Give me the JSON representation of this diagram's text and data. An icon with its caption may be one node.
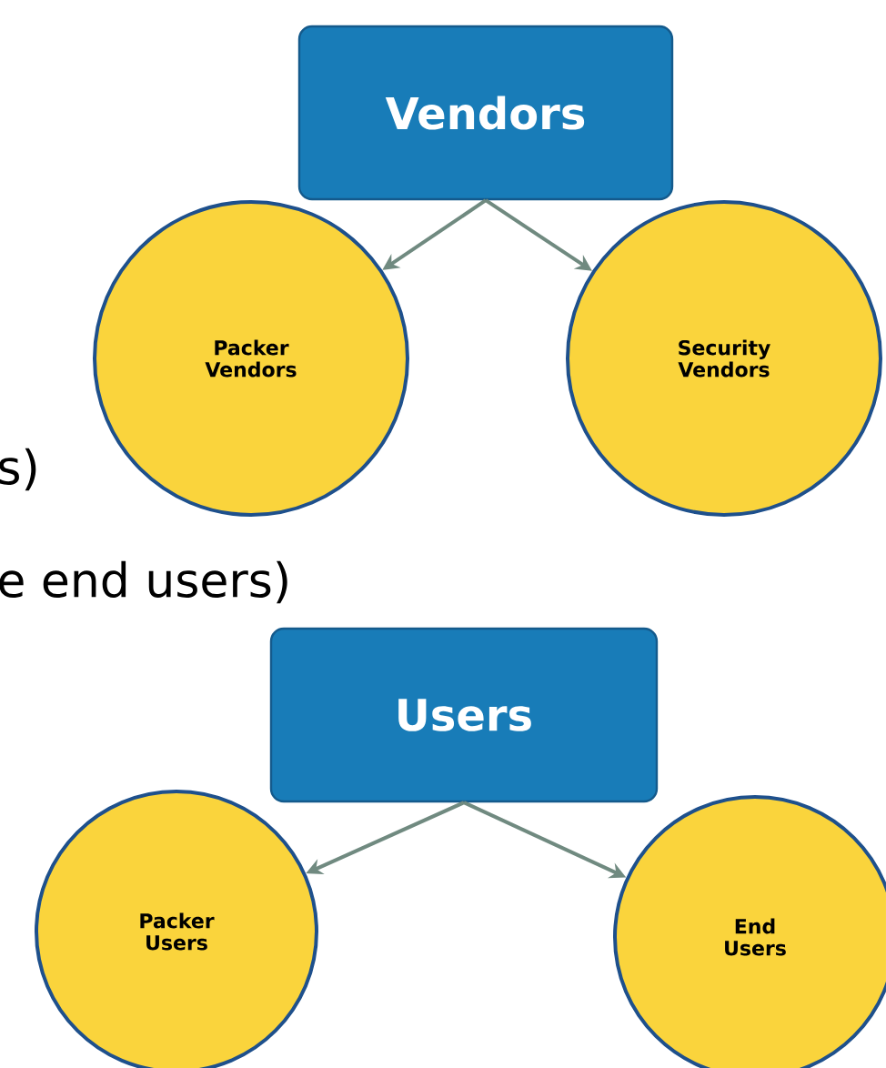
{
  "diagram": {
    "nodes": [
      {
        "text": [
          "Vendors"
        ]
      },
      {
        "text": [
          "Packer Vendors"
        ]
      },
      {
        "text": [
          "Security Vendors"
        ]
      },
      {
        "text": [
          "Users"
        ]
      },
      {
        "text": [
          "Packer Users"
        ]
      },
      {
        "text": [
          "End Users"
        ]
      }
    ],
    "edges": [
      {
        "from": 0,
        "to": 1,
        "arrow": "to"
      },
      {
        "from": 0,
        "to": 2,
        "arrow": "to"
      },
      {
        "from": 3,
        "to": 4,
        "arrow": "to"
      },
      {
        "from": 3,
        "to": 5,
        "arrow": "to"
      }
    ],
    "labels": [
      "s)",
      "e end users)"
    ]
  }
}
